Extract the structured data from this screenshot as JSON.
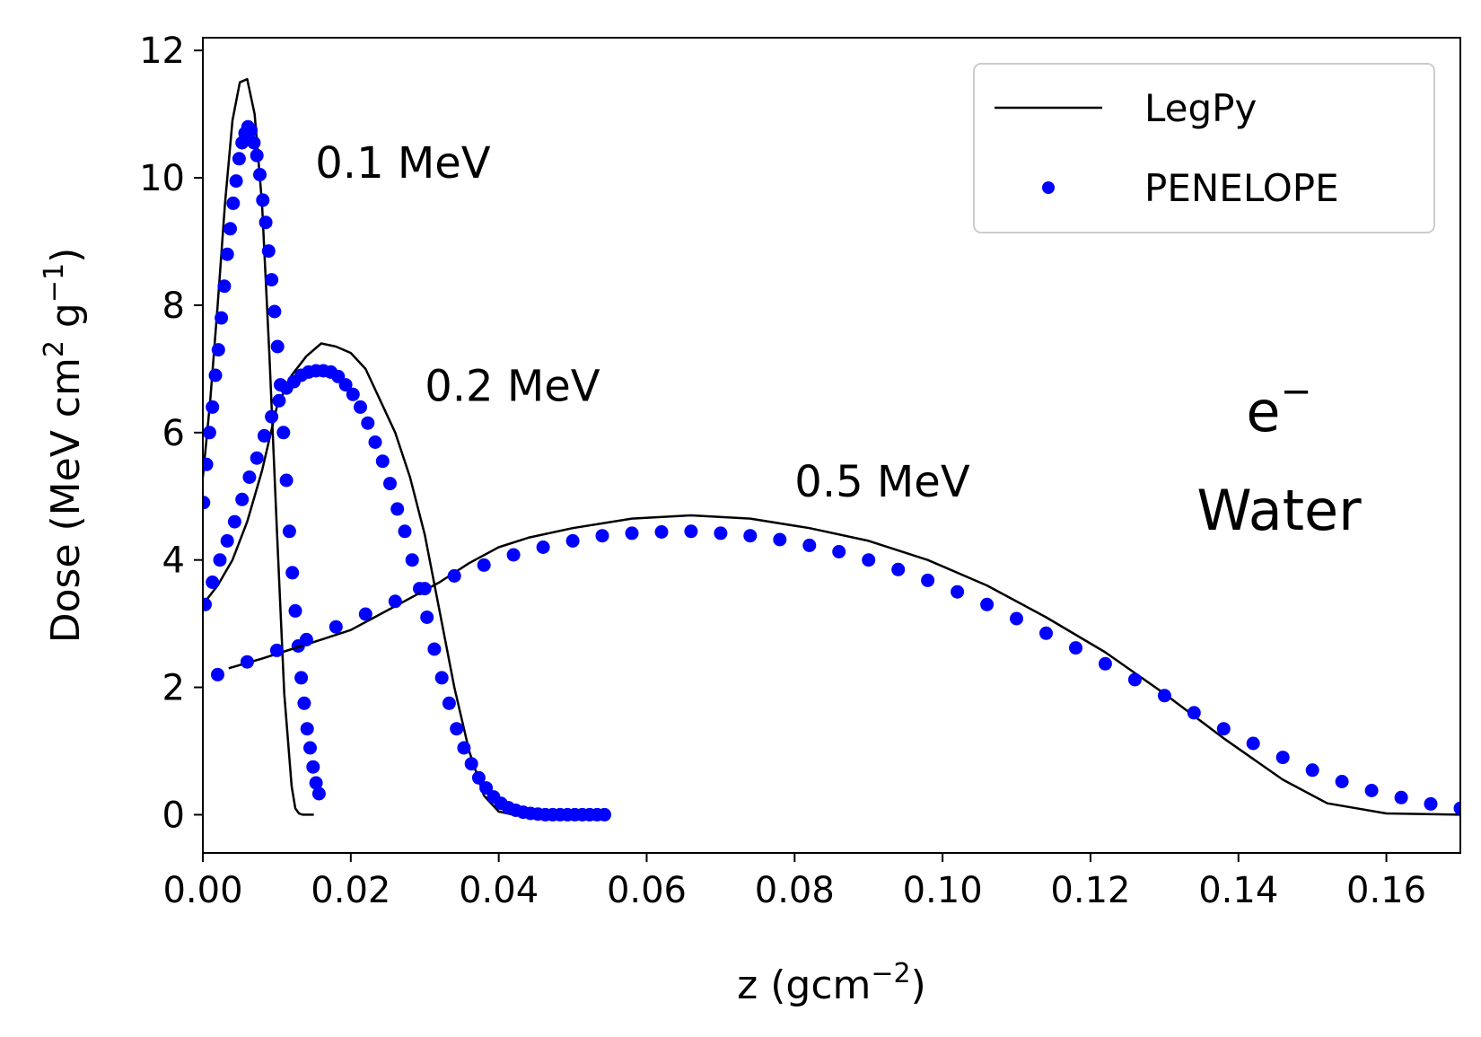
{
  "chart_data": {
    "type": "line",
    "title": "",
    "xlabel_main": "z (gcm",
    "xlabel_sup": "−2",
    "xlabel_end": ")",
    "ylabel_main": "Dose (MeV cm",
    "ylabel_sup1": "2",
    "ylabel_mid": " g",
    "ylabel_sup2": "−1",
    "ylabel_end": ")",
    "xlim": [
      0.0,
      0.17
    ],
    "ylim": [
      -0.6,
      12.2
    ],
    "xticks": [
      "0.00",
      "0.02",
      "0.04",
      "0.06",
      "0.08",
      "0.10",
      "0.12",
      "0.14",
      "0.16"
    ],
    "xtick_values": [
      0.0,
      0.02,
      0.04,
      0.06,
      0.08,
      0.1,
      0.12,
      0.14,
      0.16
    ],
    "yticks": [
      "0",
      "2",
      "4",
      "6",
      "8",
      "10",
      "12"
    ],
    "ytick_values": [
      0,
      2,
      4,
      6,
      8,
      10,
      12
    ],
    "grid": false,
    "legend_position": "top-right",
    "legend": [
      {
        "label": "LegPy",
        "style": "line",
        "color": "#000000"
      },
      {
        "label": "PENELOPE",
        "style": "dots",
        "color": "#0000ff"
      }
    ],
    "annotations": [
      {
        "text": "0.1 MeV",
        "x": 0.0152,
        "y": 10.0
      },
      {
        "text": "0.2 MeV",
        "x": 0.03,
        "y": 6.5
      },
      {
        "text": "0.5 MeV",
        "x": 0.08,
        "y": 5.0
      }
    ],
    "particle_label": "e",
    "particle_sup": "−",
    "material_label": "Water",
    "series": [
      {
        "name": "LegPy",
        "energy": "0.1 MeV",
        "style": "line",
        "color": "#000000",
        "x": [
          0.0,
          0.001,
          0.002,
          0.003,
          0.004,
          0.005,
          0.006,
          0.007,
          0.008,
          0.009,
          0.01,
          0.011,
          0.012,
          0.0125,
          0.013,
          0.0135,
          0.014,
          0.0145,
          0.015
        ],
        "y": [
          5.3,
          6.5,
          8.0,
          9.6,
          10.9,
          11.5,
          11.55,
          11.0,
          9.6,
          7.2,
          4.5,
          1.9,
          0.45,
          0.1,
          0.02,
          0.0,
          0.0,
          0.0,
          0.0
        ]
      },
      {
        "name": "PENELOPE",
        "energy": "0.1 MeV",
        "style": "dots",
        "color": "#0000ff",
        "x": [
          0.0001,
          0.0005,
          0.0009,
          0.0013,
          0.0017,
          0.0021,
          0.0025,
          0.0029,
          0.0033,
          0.0037,
          0.0041,
          0.0045,
          0.0049,
          0.0053,
          0.0057,
          0.0061,
          0.0065,
          0.0069,
          0.0073,
          0.0077,
          0.0081,
          0.0085,
          0.0089,
          0.0093,
          0.0097,
          0.0101,
          0.0105,
          0.0109,
          0.0113,
          0.0117,
          0.0121,
          0.0125,
          0.0129,
          0.0133,
          0.0137,
          0.0141,
          0.0145,
          0.0149,
          0.0153,
          0.0157
        ],
        "y": [
          4.9,
          5.5,
          6.0,
          6.4,
          6.9,
          7.3,
          7.8,
          8.3,
          8.8,
          9.2,
          9.6,
          9.95,
          10.3,
          10.55,
          10.7,
          10.8,
          10.75,
          10.55,
          10.35,
          10.05,
          9.65,
          9.3,
          8.85,
          8.4,
          7.9,
          7.35,
          6.75,
          6.0,
          5.25,
          4.45,
          3.8,
          3.2,
          2.65,
          2.15,
          1.75,
          1.35,
          1.05,
          0.75,
          0.5,
          0.33
        ]
      },
      {
        "name": "LegPy",
        "energy": "0.2 MeV",
        "style": "line",
        "color": "#000000",
        "x": [
          0.0,
          0.002,
          0.004,
          0.006,
          0.008,
          0.01,
          0.012,
          0.014,
          0.016,
          0.018,
          0.02,
          0.022,
          0.024,
          0.026,
          0.028,
          0.03,
          0.032,
          0.034,
          0.036,
          0.038,
          0.04,
          0.042,
          0.044,
          0.046,
          0.048
        ],
        "y": [
          3.3,
          3.6,
          4.0,
          4.6,
          5.4,
          6.4,
          6.9,
          7.2,
          7.4,
          7.35,
          7.25,
          7.0,
          6.5,
          6.0,
          5.3,
          4.4,
          3.2,
          2.0,
          1.0,
          0.3,
          0.05,
          0.0,
          0.0,
          0.0,
          0.0
        ]
      },
      {
        "name": "PENELOPE",
        "energy": "0.2 MeV",
        "style": "dots",
        "color": "#0000ff",
        "x": [
          0.0003,
          0.0013,
          0.0023,
          0.0033,
          0.0043,
          0.0053,
          0.0063,
          0.0073,
          0.0083,
          0.0093,
          0.0103,
          0.0113,
          0.0123,
          0.0133,
          0.0143,
          0.0153,
          0.0163,
          0.0173,
          0.0183,
          0.0193,
          0.0203,
          0.0213,
          0.0223,
          0.0233,
          0.0243,
          0.0253,
          0.0263,
          0.0273,
          0.0283,
          0.0293,
          0.0303,
          0.0313,
          0.0323,
          0.0333,
          0.0343,
          0.0353,
          0.0363,
          0.0373,
          0.0383,
          0.0393,
          0.0403,
          0.0413,
          0.0423,
          0.0433,
          0.0443,
          0.0453,
          0.0463,
          0.0473,
          0.0483,
          0.0493,
          0.0503,
          0.0513,
          0.0523,
          0.0533,
          0.0543
        ],
        "y": [
          3.3,
          3.65,
          4.0,
          4.3,
          4.6,
          4.95,
          5.3,
          5.6,
          5.95,
          6.25,
          6.5,
          6.7,
          6.8,
          6.9,
          6.95,
          6.97,
          6.97,
          6.95,
          6.88,
          6.75,
          6.6,
          6.4,
          6.15,
          5.85,
          5.55,
          5.2,
          4.8,
          4.45,
          4.0,
          3.55,
          3.1,
          2.6,
          2.15,
          1.75,
          1.35,
          1.05,
          0.8,
          0.58,
          0.42,
          0.28,
          0.18,
          0.11,
          0.07,
          0.04,
          0.02,
          0.01,
          0.0,
          0.0,
          0.0,
          0.0,
          0.0,
          0.0,
          0.0,
          0.0,
          0.0
        ]
      },
      {
        "name": "LegPy",
        "energy": "0.5 MeV",
        "style": "line",
        "color": "#000000",
        "x": [
          0.0035,
          0.008,
          0.012,
          0.016,
          0.02,
          0.024,
          0.028,
          0.032,
          0.036,
          0.04,
          0.044,
          0.05,
          0.058,
          0.066,
          0.074,
          0.082,
          0.09,
          0.098,
          0.106,
          0.114,
          0.122,
          0.13,
          0.138,
          0.146,
          0.152,
          0.16,
          0.17
        ],
        "y": [
          2.3,
          2.45,
          2.6,
          2.75,
          2.9,
          3.15,
          3.4,
          3.65,
          3.95,
          4.2,
          4.35,
          4.5,
          4.65,
          4.7,
          4.65,
          4.5,
          4.3,
          4.0,
          3.6,
          3.1,
          2.55,
          1.9,
          1.2,
          0.55,
          0.18,
          0.02,
          0.0
        ]
      },
      {
        "name": "PENELOPE",
        "energy": "0.5 MeV",
        "style": "dots",
        "color": "#0000ff",
        "x": [
          0.002,
          0.006,
          0.01,
          0.014,
          0.018,
          0.022,
          0.026,
          0.03,
          0.034,
          0.038,
          0.042,
          0.046,
          0.05,
          0.054,
          0.058,
          0.062,
          0.066,
          0.07,
          0.074,
          0.078,
          0.082,
          0.086,
          0.09,
          0.094,
          0.098,
          0.102,
          0.106,
          0.11,
          0.114,
          0.118,
          0.122,
          0.126,
          0.13,
          0.134,
          0.138,
          0.142,
          0.146,
          0.15,
          0.154,
          0.158,
          0.162,
          0.166,
          0.17
        ],
        "y": [
          2.2,
          2.4,
          2.58,
          2.75,
          2.95,
          3.15,
          3.35,
          3.55,
          3.75,
          3.92,
          4.08,
          4.2,
          4.3,
          4.38,
          4.42,
          4.44,
          4.45,
          4.42,
          4.38,
          4.32,
          4.23,
          4.13,
          4.0,
          3.85,
          3.68,
          3.5,
          3.3,
          3.08,
          2.85,
          2.62,
          2.37,
          2.12,
          1.87,
          1.6,
          1.35,
          1.12,
          0.9,
          0.7,
          0.52,
          0.38,
          0.27,
          0.17,
          0.1
        ]
      }
    ]
  }
}
